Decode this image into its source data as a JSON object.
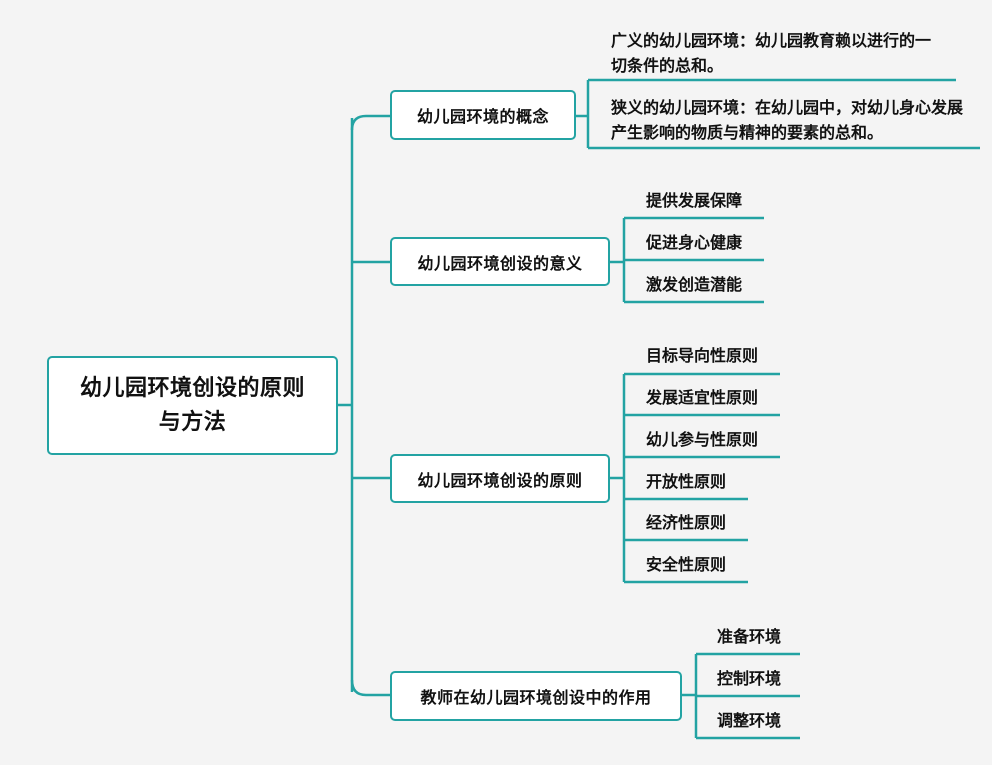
{
  "root": {
    "label": "幼儿园环境创设的原则与方法"
  },
  "branches": [
    {
      "label": "幼儿园环境的概念",
      "items": [
        "广义的幼儿园环境：幼儿园教育赖以进行的一切条件的总和。",
        "狭义的幼儿园环境：在幼儿园中，对幼儿身心发展产生影响的物质与精神的要素的总和。"
      ]
    },
    {
      "label": "幼儿园环境创设的意义",
      "items": [
        "提供发展保障",
        "促进身心健康",
        "激发创造潜能"
      ]
    },
    {
      "label": "幼儿园环境创设的原则",
      "items": [
        "目标导向性原则",
        "发展适宜性原则",
        "幼儿参与性原则",
        "开放性原则",
        "经济性原则",
        "安全性原则"
      ]
    },
    {
      "label": "教师在幼儿园环境创设中的作用",
      "items": [
        "准备环境",
        "控制环境",
        "调整环境"
      ]
    }
  ],
  "colors": {
    "line": "#23a3a3",
    "background": "#f4f4f4",
    "node_fill": "#ffffff"
  }
}
